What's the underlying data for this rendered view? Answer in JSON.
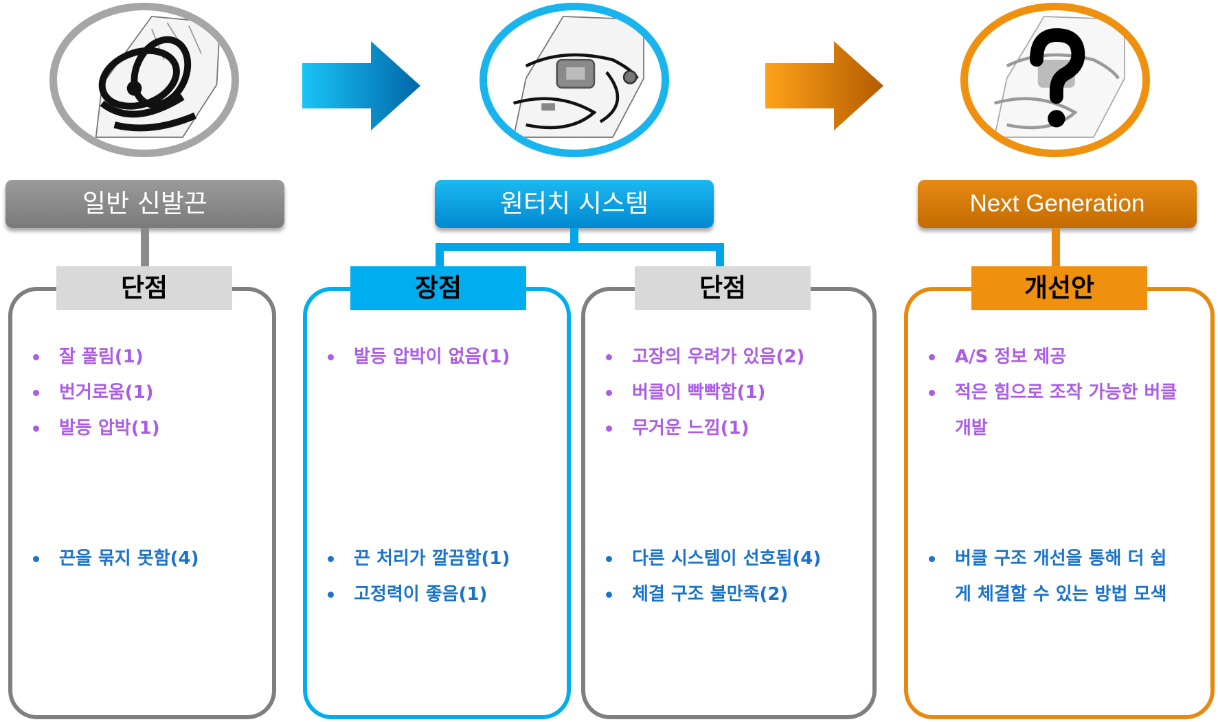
{
  "colors": {
    "gray": "#8c8c8c",
    "blue": "#00a6e8",
    "orange": "#e8890f",
    "purple_text": "#ab5ce6",
    "blue_text": "#1a73c9",
    "tab_gray": "#d9d9d9"
  },
  "stages": [
    {
      "title": "일반 신발끈",
      "icon": "shoelace-icon",
      "cards": [
        {
          "tab": "단점",
          "top_items": [
            "잘 풀림(1)",
            "번거로움(1)",
            "발등 압박(1)"
          ],
          "bottom_items": [
            "끈을 묶지 못함(4)"
          ]
        }
      ]
    },
    {
      "title": "원터치 시스템",
      "icon": "one-touch-system-icon",
      "cards": [
        {
          "tab": "장점",
          "top_items": [
            "발등 압박이 없음(1)"
          ],
          "bottom_items": [
            "끈 처리가 깔끔함(1)",
            "고정력이 좋음(1)"
          ]
        },
        {
          "tab": "단점",
          "top_items": [
            "고장의 우려가 있음(2)",
            "버클이 빡빡함(1)",
            "무거운 느낌(1)"
          ],
          "bottom_items": [
            "다른 시스템이 선호됨(4)",
            "체결 구조 불만족(2)"
          ]
        }
      ]
    },
    {
      "title": "Next Generation",
      "icon": "question-mark-icon",
      "cards": [
        {
          "tab": "개선안",
          "top_items": [
            "A/S 정보 제공",
            "적은 힘으로 조작 가능한 버클 개발"
          ],
          "bottom_items": [
            "버클 구조 개선을 통해 더 쉽게 체결할 수 있는 방법 모색"
          ]
        }
      ]
    }
  ]
}
